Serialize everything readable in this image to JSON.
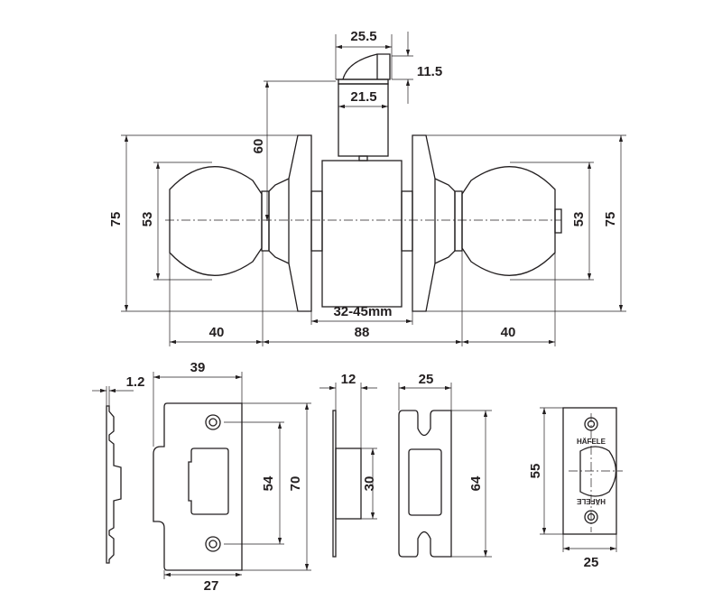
{
  "title": "Door knob lockset dimension drawing",
  "knob_set": {
    "latch_head_width": "25.5",
    "latch_head_height": "11.5",
    "latch_body_width": "21.5",
    "backset": "60",
    "rose_diameter_left": "75",
    "knob_diameter_left": "53",
    "knob_diameter_right": "53",
    "rose_diameter_right": "75",
    "door_thickness": "32-45mm",
    "knob_projection_left": "40",
    "overall_between_knobs": "88",
    "knob_projection_right": "40"
  },
  "strike_plate": {
    "thickness": "1.2",
    "width": "39",
    "lip_width": "27",
    "hole_spacing": "54",
    "height": "70"
  },
  "strike_box": {
    "depth": "12",
    "height": "30",
    "width": "25",
    "plate_height": "64"
  },
  "latch_faceplate": {
    "height": "55",
    "width": "25",
    "brand_mark": "HÄFELE"
  }
}
